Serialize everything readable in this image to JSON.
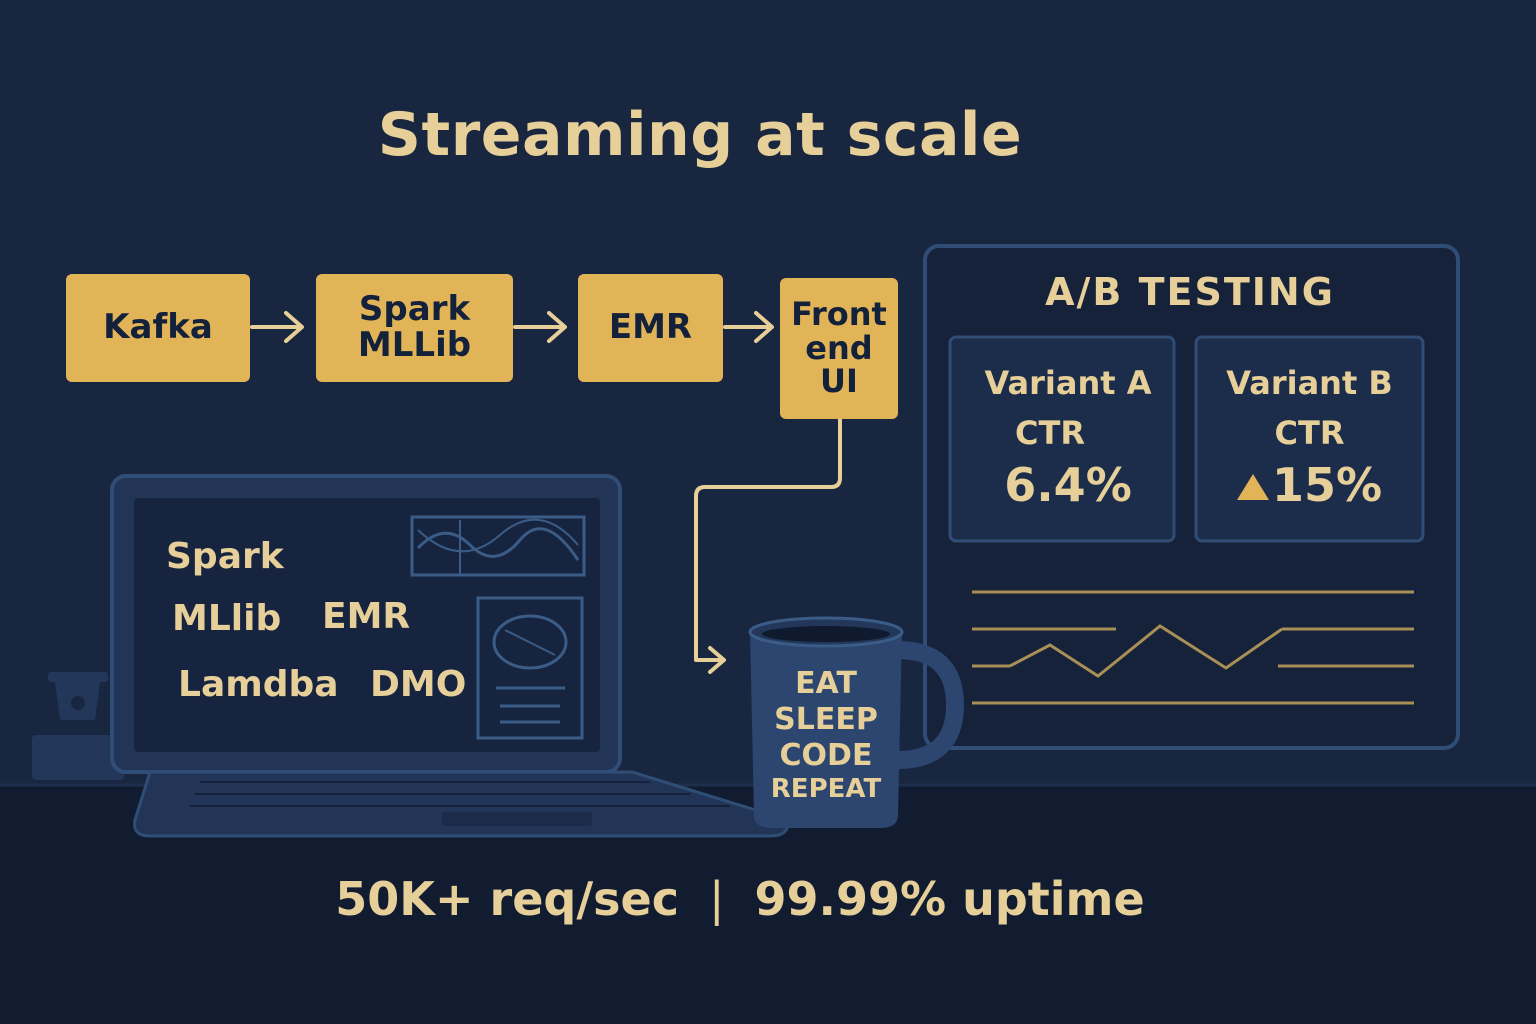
{
  "title": "Streaming at scale",
  "pipeline": {
    "nodes": [
      {
        "id": "kafka",
        "lines": [
          "Kafka"
        ]
      },
      {
        "id": "spark",
        "lines": [
          "Spark",
          "MLLib"
        ]
      },
      {
        "id": "emr",
        "lines": [
          "EMR"
        ]
      },
      {
        "id": "frontend",
        "lines": [
          "Front",
          "end",
          "UI"
        ]
      }
    ]
  },
  "ab_panel": {
    "title": "A/B TESTING",
    "variant_a": {
      "name": "Variant A",
      "metric": "CTR",
      "value": "6.4%"
    },
    "variant_b": {
      "name": "Variant B",
      "metric": "CTR",
      "value": "15%"
    }
  },
  "laptop": {
    "labels": [
      "Spark",
      "MLlib",
      "EMR",
      "Lamdba",
      "DMO"
    ]
  },
  "mug": {
    "lines": [
      "EAT",
      "SLEEP",
      "CODE",
      "REPEAT"
    ]
  },
  "footer": {
    "throughput": "50K+ req/sec",
    "separator": "|",
    "uptime": "99.99% uptime"
  },
  "colors": {
    "background": "#182640",
    "accent": "#e2b458",
    "text": "#e6cf98"
  }
}
